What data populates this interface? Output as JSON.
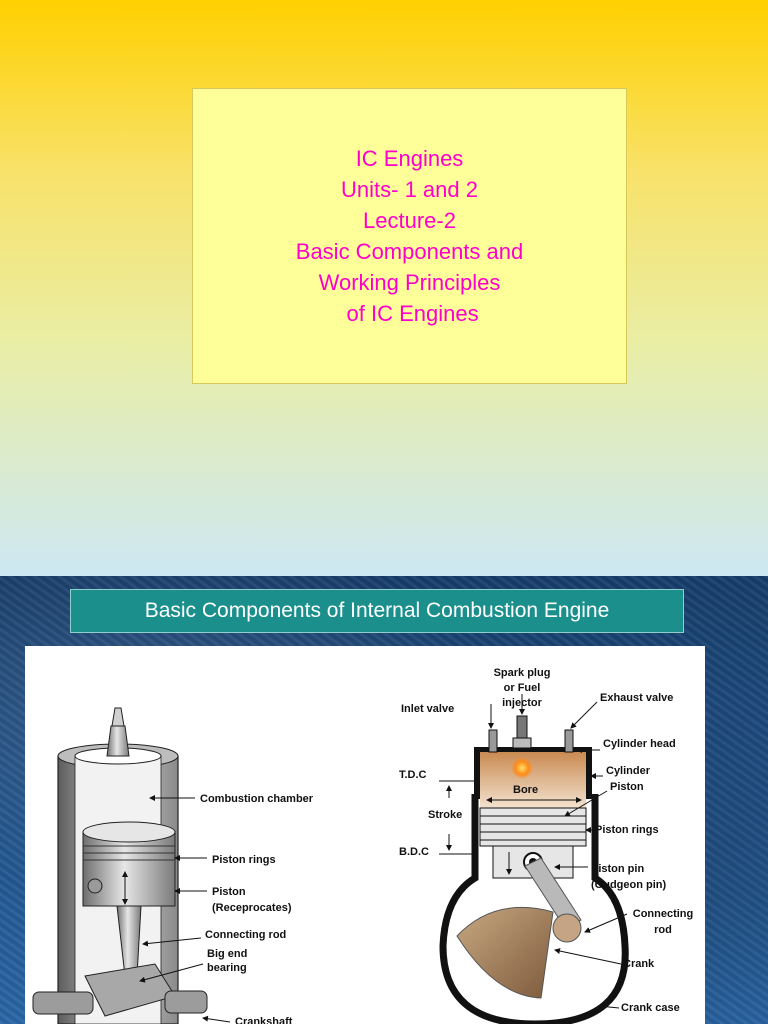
{
  "slide1": {
    "title_lines": [
      "IC Engines",
      "Units- 1 and 2",
      "Lecture-2",
      "Basic Components and",
      "Working Principles",
      " of IC Engines"
    ],
    "colors": {
      "box": "#ffff99",
      "text": "#ff00cc"
    }
  },
  "slide2": {
    "heading": "Basic Components of Internal Combustion Engine",
    "left_labels": {
      "combustion_chamber": "Combustion chamber",
      "piston_rings": "Piston rings",
      "piston": "Piston",
      "piston_sub": "(Receprocates)",
      "connecting_rod": "Connecting rod",
      "big_end_1": "Big end",
      "big_end_2": "bearing",
      "crankshaft": "Crankshaft"
    },
    "right_labels": {
      "spark_1": "Spark plug",
      "spark_2": "or Fuel",
      "spark_3": "injector",
      "inlet_valve": "Inlet valve",
      "exhaust_valve": "Exhaust valve",
      "cylinder_head": "Cylinder head",
      "tdc": "T.D.C",
      "cylinder": "Cylinder",
      "piston": "Piston",
      "bore": "Bore",
      "stroke": "Stroke",
      "piston_rings": "Piston rings",
      "bdc": "B.D.C",
      "piston_pin_1": "Piston pin",
      "piston_pin_2": "(Gudgeon pin)",
      "connecting_1": "Connecting",
      "connecting_2": "rod",
      "crank": "Crank",
      "crank_case": "Crank case"
    }
  }
}
